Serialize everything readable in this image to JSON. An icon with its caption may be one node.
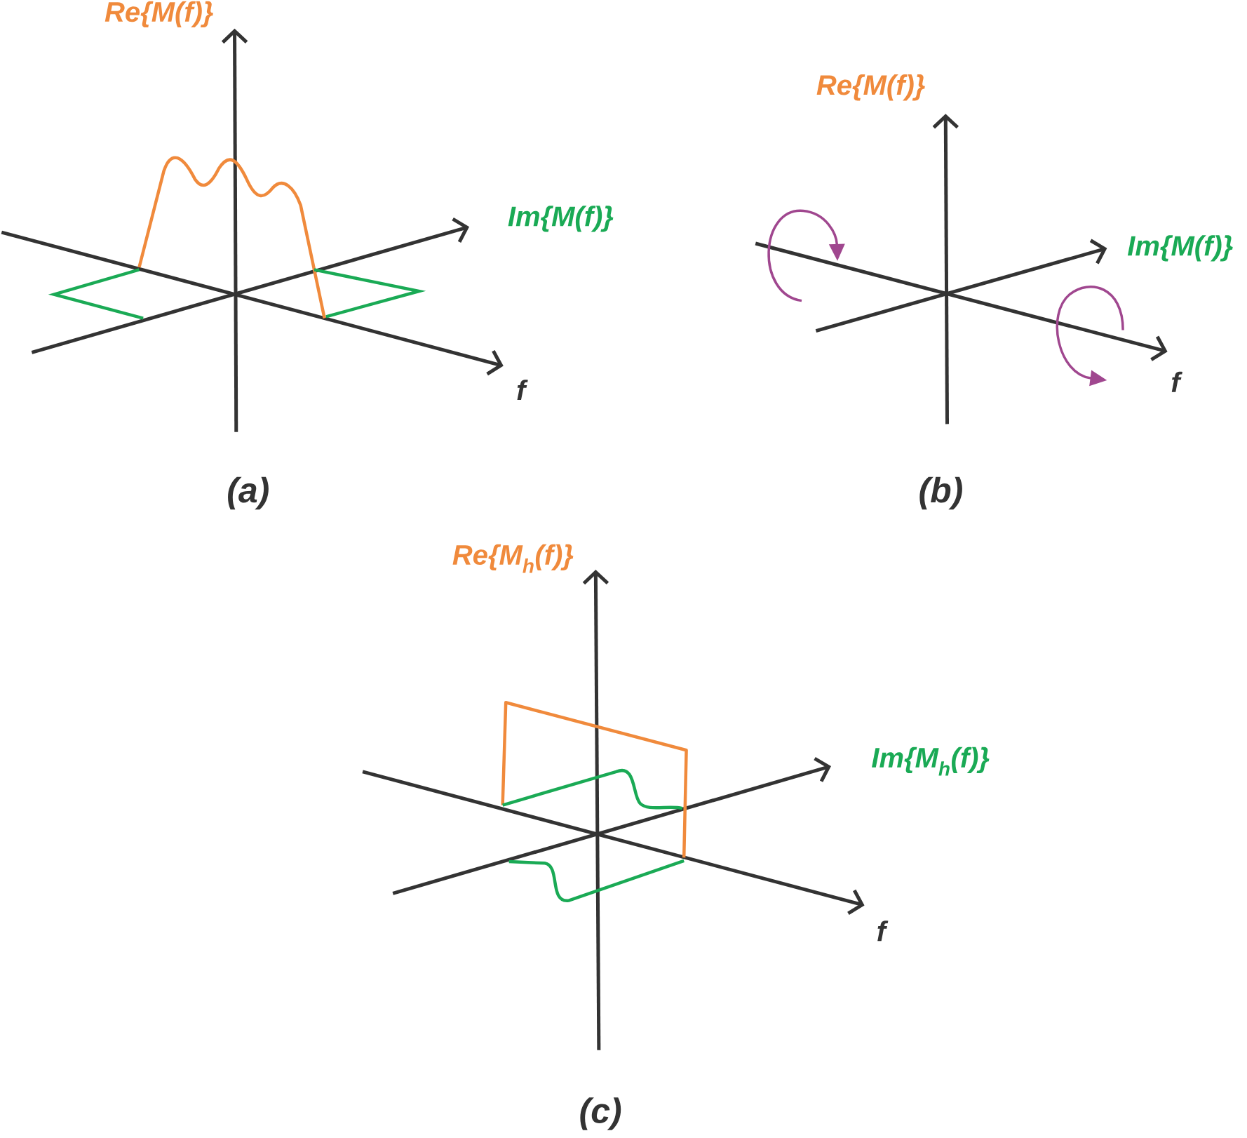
{
  "diagram": {
    "labels": [
      "Re{M(f)}",
      "Im{M(f)}",
      "f",
      "(a)",
      "Re{M(f)}",
      "Im{M(f)}",
      "f",
      "(b)",
      "Re{M$_{h}$(f)}",
      "Im{M$_{h}$(f)}",
      "f",
      "(c)"
    ]
  }
}
